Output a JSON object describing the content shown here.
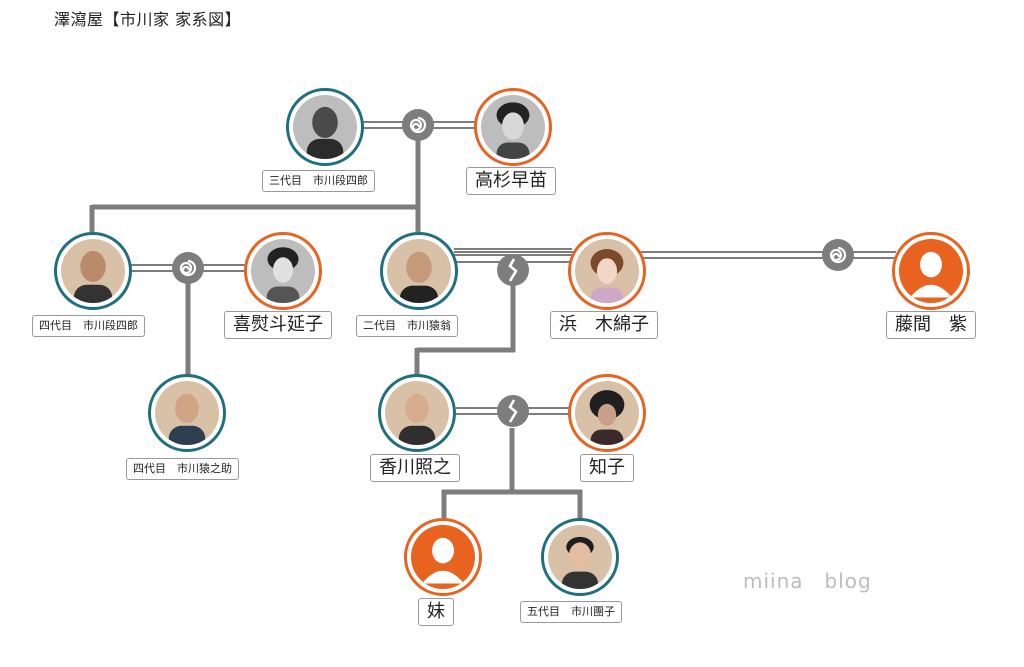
{
  "title": "澤瀉屋【市川家 家系図】",
  "watermark": "miina　blog",
  "people": {
    "danshiro3": "三代目　市川段四郎",
    "takasugi": "高杉早苗",
    "danshiro4": "四代目　市川段四郎",
    "kinoshi": "喜熨斗延子",
    "enoo2": "二代目　市川猿翁",
    "hama": "浜　木綿子",
    "fujima": "藤間　紫",
    "ennosuke4": "四代目　市川猿之助",
    "kagawa": "香川照之",
    "tomoko": "知子",
    "imouto": "妹",
    "danko5": "五代目　市川團子"
  },
  "colors": {
    "male_border": "#1e6f80",
    "female_border": "#e8631f",
    "line": "#7d7d7d",
    "marriage_badge": "#7d7d7d"
  },
  "icons": {
    "married": "spiral-icon",
    "divorced": "broken-line-icon",
    "unknown_person": "person-silhouette-icon"
  }
}
